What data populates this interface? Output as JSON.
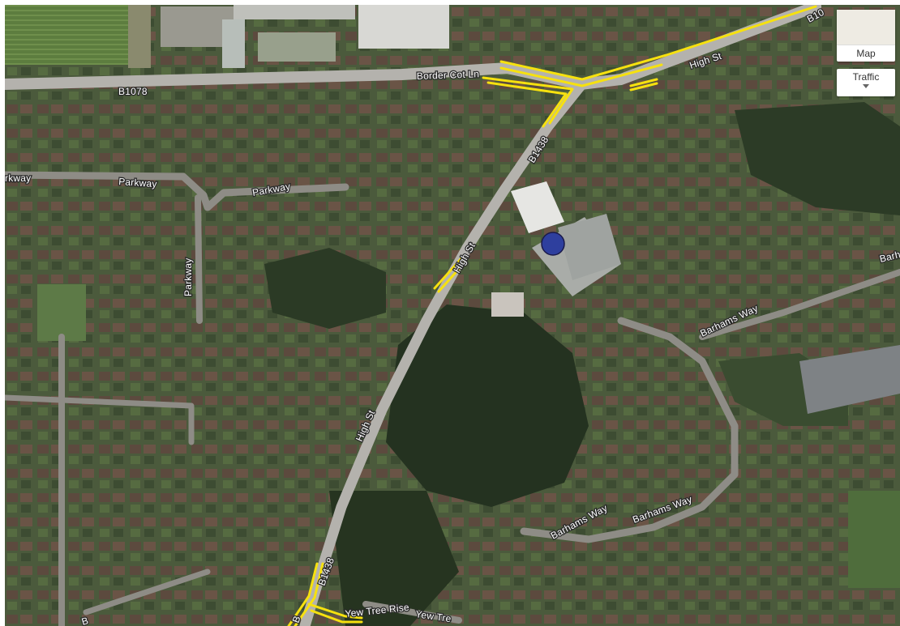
{
  "map": {
    "type_button_label": "Map",
    "traffic_button_label": "Traffic",
    "marker_color": "#2e3f9e",
    "highlight_color": "#f6e10f",
    "roads": {
      "b1078": "B1078",
      "border_cot_ln": "Border Cot Ln",
      "high_st_north": "High St",
      "b1438_north": "B1438",
      "high_st_mid": "High St",
      "high_st_south": "High St",
      "b1438_south": "B1438",
      "parkway_west": "rkway",
      "parkway_1": "Parkway",
      "parkway_2": "Parkway",
      "parkway_vertical": "Parkway",
      "barhams_way_east": "Barhams Way",
      "barhams_way_south_1": "Barhams Way",
      "barhams_way_south_2": "Barhams Way",
      "barhams_edge": "Barha",
      "yew_tree_rise": "Yew Tree Rise",
      "yew_tree_2": "Yew Tre",
      "b10_edge": "B10",
      "bottom_left_edge": "B",
      "bottom_b_edge": "B"
    }
  }
}
